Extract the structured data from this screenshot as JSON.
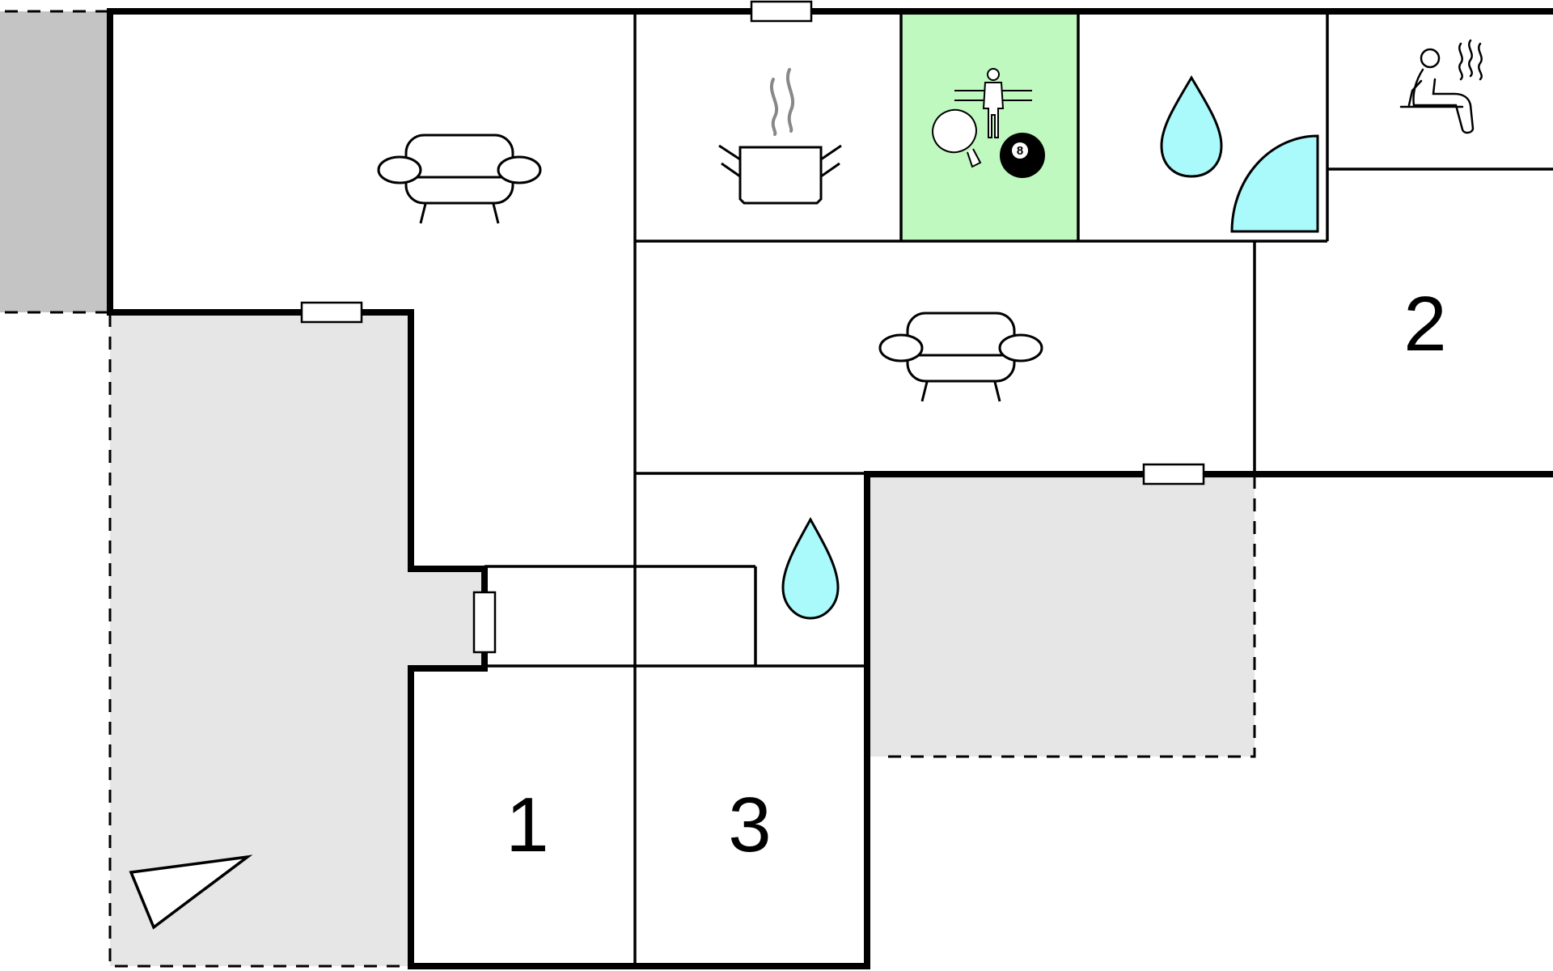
{
  "floorplan": {
    "rooms": [
      {
        "id": "living-room-west",
        "icon": "sofa-icon"
      },
      {
        "id": "kitchen",
        "icon": "cooking-pot-icon"
      },
      {
        "id": "game-room",
        "icon": "game-room-icon",
        "highlight": "#bff9bf",
        "ball_label": "8"
      },
      {
        "id": "shower-room",
        "icon": "water-drop-icon",
        "extra_icon": "shower-tray-icon"
      },
      {
        "id": "sauna",
        "icon": "sauna-icon"
      },
      {
        "id": "living-room-central",
        "icon": "sofa-icon"
      },
      {
        "id": "bathroom",
        "icon": "water-drop-icon"
      },
      {
        "id": "hallway"
      },
      {
        "id": "bedroom-1",
        "label": "1"
      },
      {
        "id": "bedroom-2",
        "label": "2"
      },
      {
        "id": "bedroom-3",
        "label": "3"
      }
    ],
    "outdoor_areas": [
      {
        "id": "parking-area",
        "color": "#c4c4c4"
      },
      {
        "id": "terrace-west",
        "color": "#e6e6e6"
      },
      {
        "id": "terrace-east",
        "color": "#e6e6e6"
      }
    ],
    "colors": {
      "wall": "#000000",
      "water": "#aaf9fb",
      "game_room": "#bff9bf",
      "terrace": "#e6e6e6",
      "parking": "#c4c4c4"
    },
    "icons": [
      "sofa-icon",
      "cooking-pot-icon",
      "foosball-icon",
      "ping-pong-icon",
      "billiard-ball-icon",
      "water-drop-icon",
      "shower-tray-icon",
      "sauna-icon",
      "compass-icon"
    ]
  }
}
